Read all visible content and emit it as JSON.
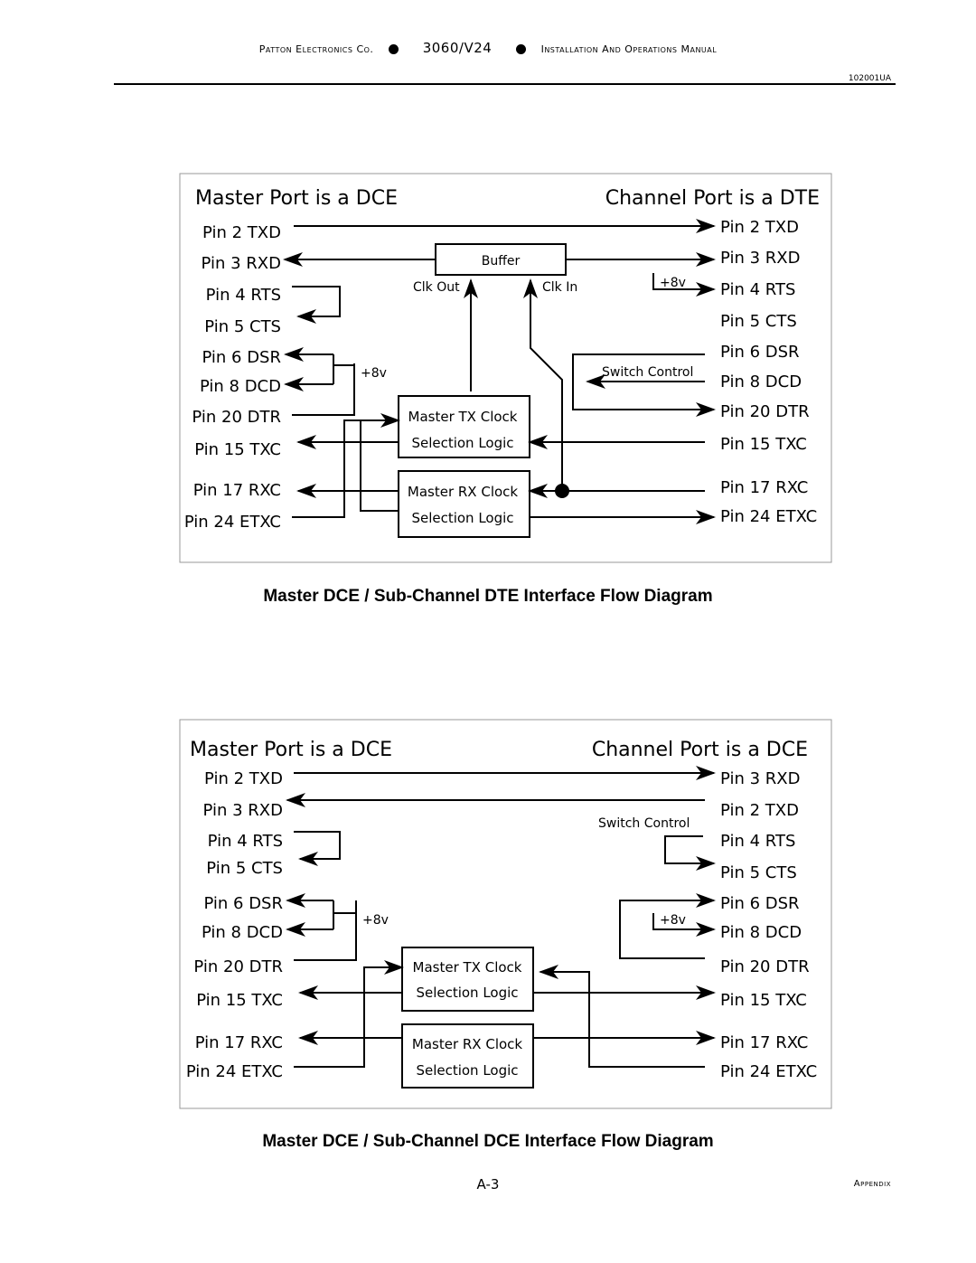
{
  "header": {
    "company": "Patton Electronics Co.",
    "model": "3060/V24",
    "manual": "Installation And Operations Manual",
    "doc_number": "102001UA"
  },
  "diagram1": {
    "left_title": "Master Port is a DCE",
    "right_title": "Channel Port is a DTE",
    "left_pins": [
      "Pin 2 TXD",
      "Pin 3 RXD",
      "Pin 4 RTS",
      "Pin 5 CTS",
      "Pin 6 DSR",
      "Pin 8 DCD",
      "Pin 20 DTR",
      "Pin 15 TXC",
      "Pin 17 RXC",
      "Pin 24 ETXC"
    ],
    "right_pins": [
      "Pin 2 TXD",
      "Pin 3 RXD",
      "Pin 4 RTS",
      "Pin 5 CTS",
      "Pin 6 DSR",
      "Pin 8 DCD",
      "Pin 20 DTR",
      "Pin 15 TXC",
      "Pin 17 RXC",
      "Pin 24 ETXC"
    ],
    "buffer": "Buffer",
    "clk_out": "Clk Out",
    "clk_in": "Clk In",
    "plus8v_left": "+8v",
    "plus8v_right": "+8v",
    "switch_control": "Switch Control",
    "tx_box": [
      "Master TX Clock",
      "Selection Logic"
    ],
    "rx_box": [
      "Master RX Clock",
      "Selection Logic"
    ],
    "caption": "Master DCE / Sub-Channel DTE Interface Flow Diagram"
  },
  "diagram2": {
    "left_title": "Master Port is a DCE",
    "right_title": "Channel Port is a DCE",
    "left_pins": [
      "Pin 2 TXD",
      "Pin 3 RXD",
      "Pin 4 RTS",
      "Pin 5 CTS",
      "Pin 6 DSR",
      "Pin 8 DCD",
      "Pin 20 DTR",
      "Pin 15 TXC",
      "Pin 17 RXC",
      "Pin 24 ETXC"
    ],
    "right_pins": [
      "Pin 3 RXD",
      "Pin 2 TXD",
      "Pin 4 RTS",
      "Pin 5 CTS",
      "Pin 6 DSR",
      "Pin 8 DCD",
      "Pin 20 DTR",
      "Pin 15 TXC",
      "Pin 17 RXC",
      "Pin 24 ETXC"
    ],
    "plus8v_left": "+8v",
    "plus8v_right": "+8v",
    "switch_control": "Switch Control",
    "tx_box": [
      "Master TX Clock",
      "Selection Logic"
    ],
    "rx_box": [
      "Master RX Clock",
      "Selection Logic"
    ],
    "caption": "Master DCE / Sub-Channel DCE Interface Flow Diagram"
  },
  "footer": {
    "page": "A-3",
    "section": "Appendix"
  }
}
